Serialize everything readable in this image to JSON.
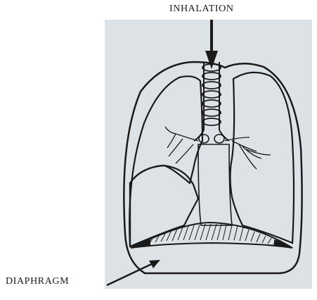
{
  "labels": {
    "inhalation": "INHALATION",
    "diaphragm": "DIAPHRAGM"
  },
  "colors": {
    "panel_background": "#dde2e6",
    "ink": "#1a1a1a"
  },
  "icons": {
    "lungs": "lungs-illustration",
    "airflow_arrow": "arrow-down-icon",
    "pointer_arrow": "arrow-pointer-icon"
  }
}
